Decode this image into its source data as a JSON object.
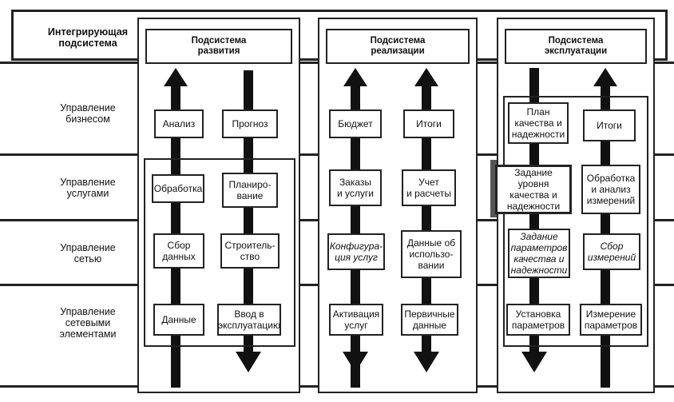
{
  "rows": [
    {
      "label": "Интегрирующая\nподсистема"
    },
    {
      "label": "Управление\nбизнесом"
    },
    {
      "label": "Управление\nуслугами"
    },
    {
      "label": "Управление\nсетью"
    },
    {
      "label": "Управление\nсетевыми\nэлементами"
    }
  ],
  "columns": [
    {
      "title": "Подсистема\nразвития",
      "left_stack": [
        "Анализ",
        "Обработка",
        "Сбор\nданных",
        "Данные"
      ],
      "right_stack": [
        "Прогноз",
        "Планиро-\nвание",
        "Строитель-\nство",
        "Ввод в\nэксплуатацию"
      ]
    },
    {
      "title": "Подсистема\nреализации",
      "left_stack": [
        "Бюджет",
        "Заказы\nи услуги",
        "Конфигура-\nция услуг",
        "Активация\nуслуг"
      ],
      "right_stack": [
        "Итоги",
        "Учет\nи расчеты",
        "Данные об\nиспользо-\nвании",
        "Первичные\nданные"
      ]
    },
    {
      "title": "Подсистема\nэксплуатации",
      "left_stack": [
        "План\nкачества и\nнадежности",
        "Задание\nуровня\nкачества и\nнадежности",
        "Задание\nпараметров\nкачества и\nнадежности",
        "Установка\nпараметров"
      ],
      "right_stack": [
        "Итоги",
        "Обработка\nи анализ\nизмерений",
        "Сбор\nизмерений",
        "Измерение\nпараметров"
      ]
    }
  ],
  "colors": {
    "line": "#222222",
    "shade": "#8a8a8a",
    "background": "#ffffff"
  }
}
